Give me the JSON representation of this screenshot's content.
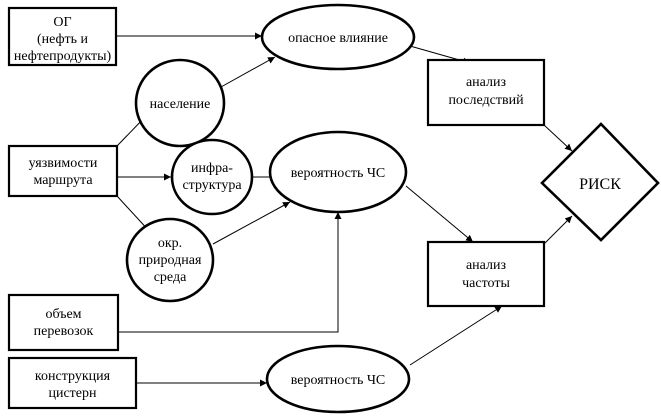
{
  "colors": {
    "stroke": "#000000",
    "fill": "#ffffff"
  },
  "nodes": {
    "og": {
      "lines": [
        "ОГ",
        "(нефть и",
        "нефтепродукты)"
      ]
    },
    "vulnerability": {
      "lines": [
        "уязвимости",
        "маршрута"
      ]
    },
    "volume": {
      "lines": [
        "объем",
        "перевозок"
      ]
    },
    "tanks": {
      "lines": [
        "конструкция",
        "цистерн"
      ]
    },
    "population": {
      "lines": [
        "население"
      ]
    },
    "infrastructure": {
      "lines": [
        "инфра-",
        "структура"
      ]
    },
    "environment": {
      "lines": [
        "окр.",
        "природная",
        "среда"
      ]
    },
    "danger": {
      "lines": [
        "опасное влияние"
      ]
    },
    "prob_top": {
      "lines": [
        "вероятность ЧС"
      ]
    },
    "prob_bottom": {
      "lines": [
        "вероятность ЧС"
      ]
    },
    "consequences": {
      "lines": [
        "анализ",
        "последствий"
      ]
    },
    "frequency": {
      "lines": [
        "анализ",
        "частоты"
      ]
    },
    "risk": {
      "lines": [
        "РИСК"
      ]
    }
  }
}
